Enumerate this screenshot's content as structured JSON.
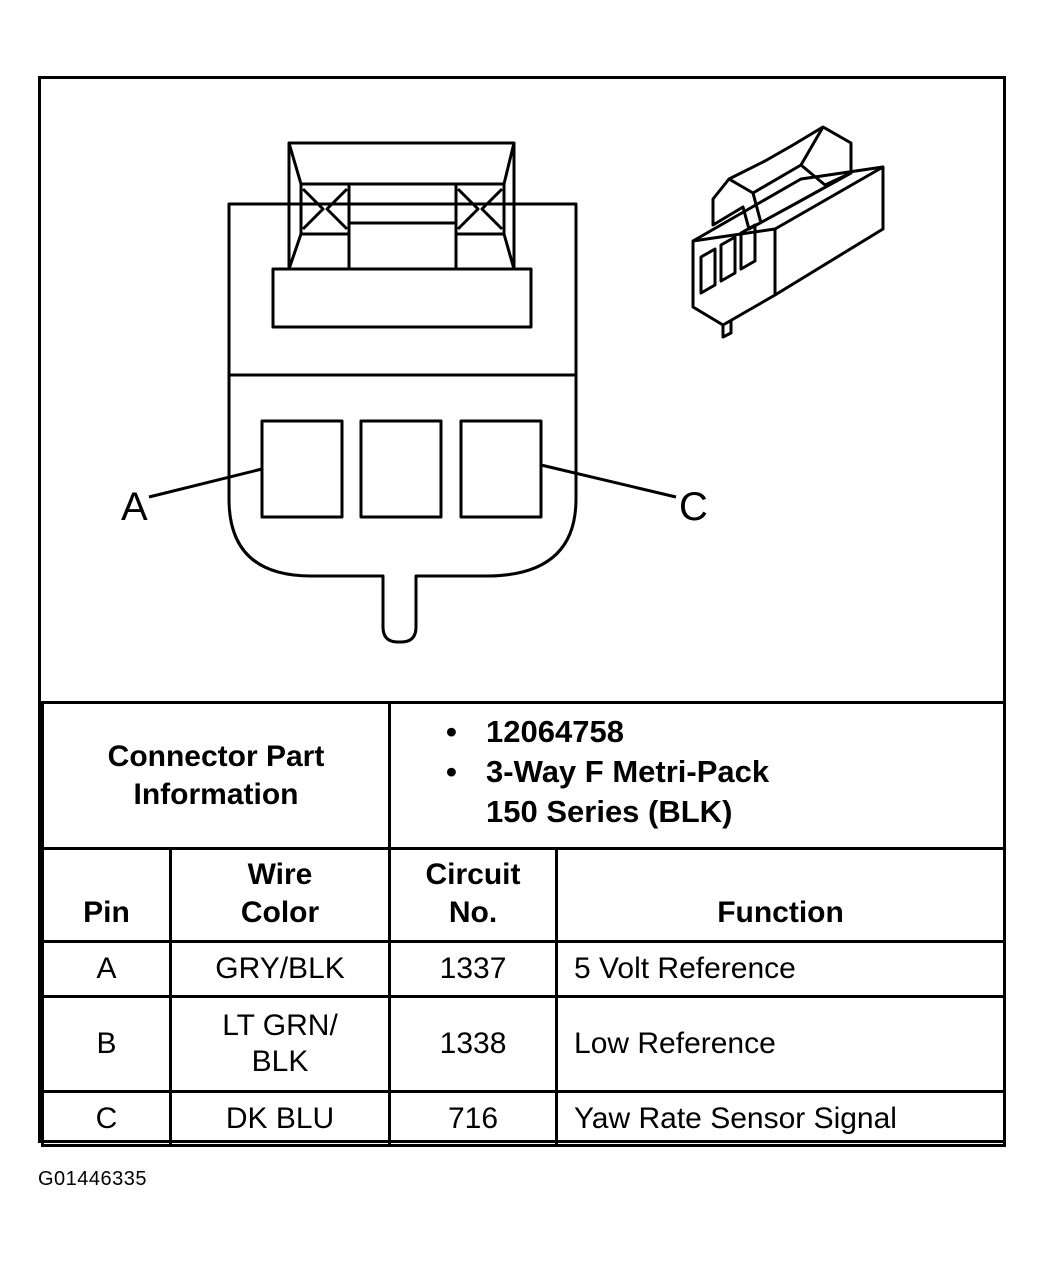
{
  "diagram": {
    "pin_labels": [
      "A",
      "C"
    ]
  },
  "connector_info": {
    "label": "Connector Part Information",
    "values": [
      "12064758",
      "3-Way F Metri-Pack 150 Series (BLK)"
    ]
  },
  "table": {
    "headers": {
      "pin": "Pin",
      "wire_color": "Wire Color",
      "circuit_no": "Circuit No.",
      "function": "Function"
    },
    "rows": [
      {
        "pin": "A",
        "wire_color": "GRY/BLK",
        "circuit_no": "1337",
        "function": "5 Volt Reference"
      },
      {
        "pin": "B",
        "wire_color": "LT GRN/ BLK",
        "circuit_no": "1338",
        "function": "Low Reference"
      },
      {
        "pin": "C",
        "wire_color": "DK BLU",
        "circuit_no": "716",
        "function": "Yaw Rate Sensor Signal"
      }
    ]
  },
  "figure_id": "G01446335"
}
